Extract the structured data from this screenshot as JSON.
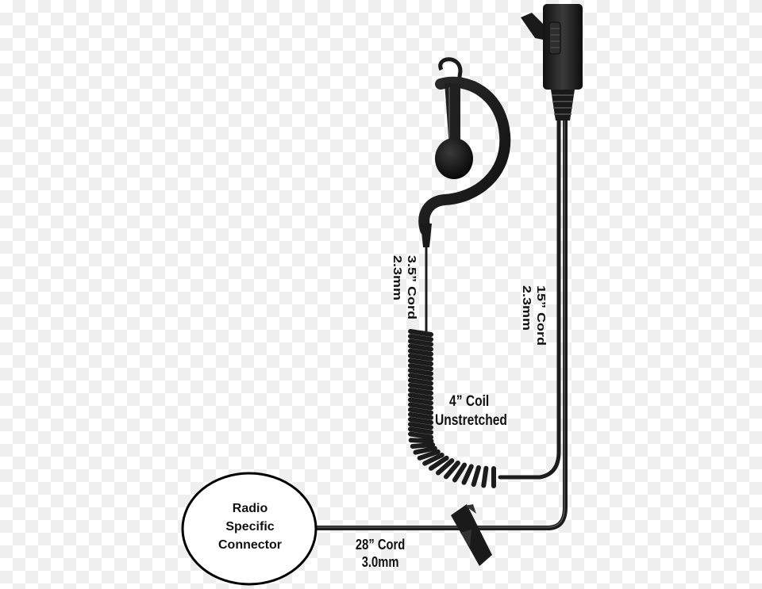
{
  "labels": {
    "cord_35": [
      "3.5” Cord",
      "2.3mm"
    ],
    "cord_15": [
      "15” Cord",
      "2.3mm"
    ],
    "coil": [
      "4” Coil",
      "Unstretched"
    ],
    "cord_28": [
      "28” Cord",
      "3.0mm"
    ],
    "connector": [
      "Radio",
      "Specific",
      "Connector"
    ]
  },
  "colors": {
    "cable": "#1c1c1c",
    "cable_highlight": "#8a8a8a",
    "body": "#222222",
    "outline": "#000000"
  }
}
